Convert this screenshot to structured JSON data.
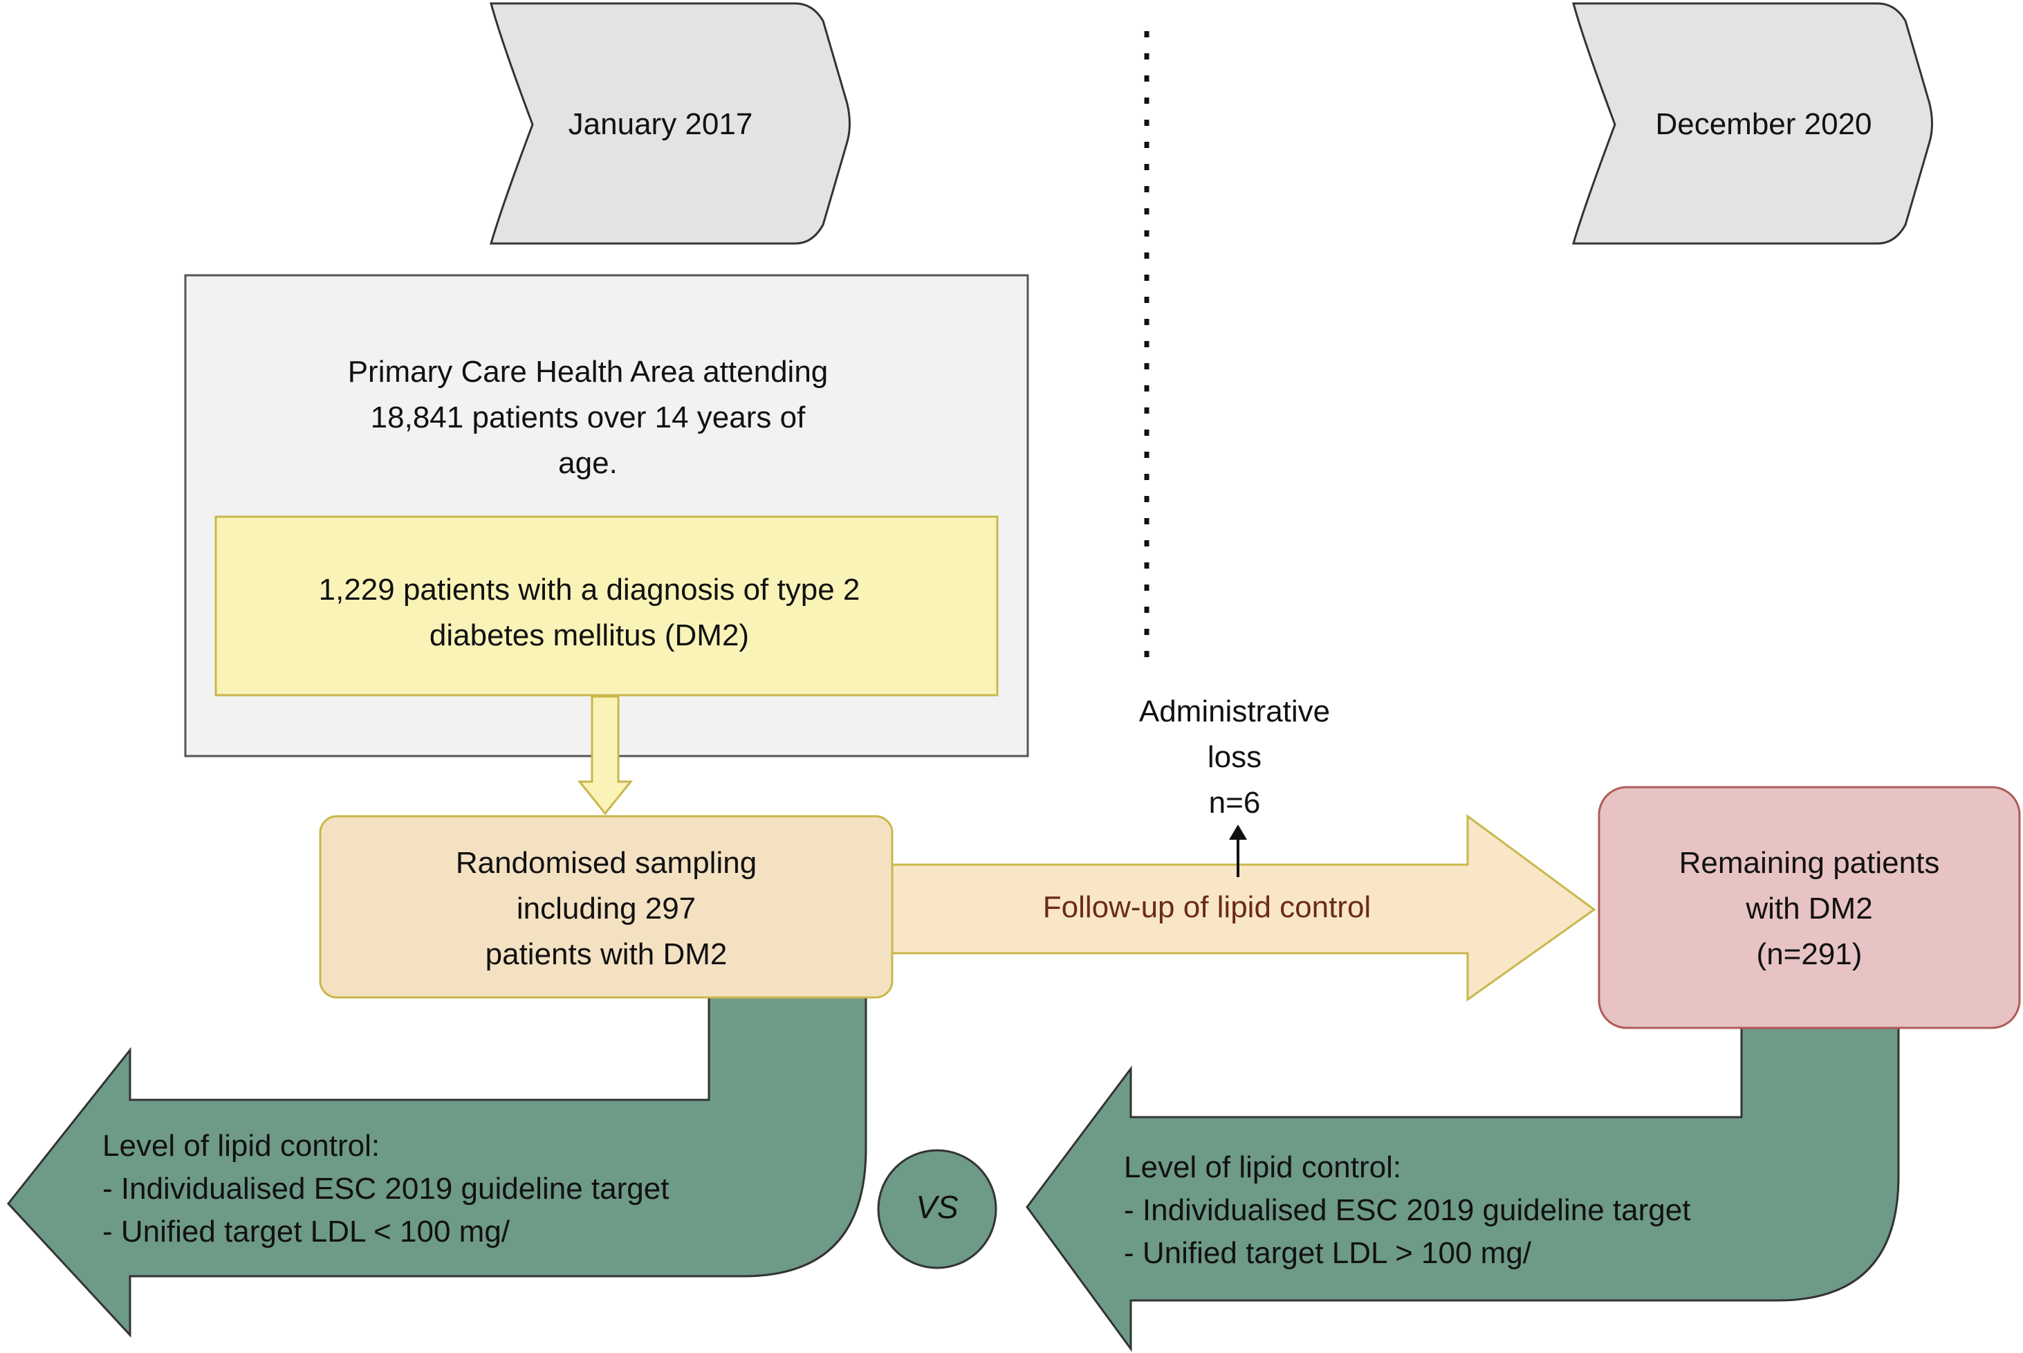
{
  "timeline": {
    "start_label": "January 2017",
    "end_label": "December 2020"
  },
  "population": {
    "lines": [
      "Primary Care Health Area attending",
      "18,841 patients over 14 years of",
      "age."
    ]
  },
  "diagnosis": {
    "lines": [
      "1,229 patients with a diagnosis of type 2",
      "diabetes mellitus (DM2)"
    ]
  },
  "sampling": {
    "lines": [
      "Randomised sampling",
      "including 297",
      "patients with DM2"
    ]
  },
  "followup": {
    "label": "Follow-up of lipid control"
  },
  "loss": {
    "lines": [
      "Administrative",
      "loss",
      "n=6"
    ]
  },
  "remaining": {
    "lines": [
      "Remaining patients",
      "with DM2",
      "(n=291)"
    ]
  },
  "outcome_left": {
    "title": "Level of lipid control:",
    "items": [
      "- Individualised ESC 2019 guideline target",
      "- Unified target LDL < 100 mg/"
    ]
  },
  "outcome_right": {
    "title": "Level of lipid control:",
    "items": [
      "- Individualised ESC 2019 guideline target",
      "- Unified target LDL > 100 mg/"
    ]
  },
  "comparison": {
    "label": "VS"
  },
  "colors": {
    "chevron_fill": "#e3e3e3",
    "population_fill": "#f2f2f2",
    "diagnosis_fill": "#faf3b8",
    "sampling_fill": "#f4e1c2",
    "followup_fill": "#f8e6c7",
    "remaining_fill": "#e7c3c3",
    "outcome_fill": "#6e9a88",
    "followup_text": "#6b2a1a"
  }
}
